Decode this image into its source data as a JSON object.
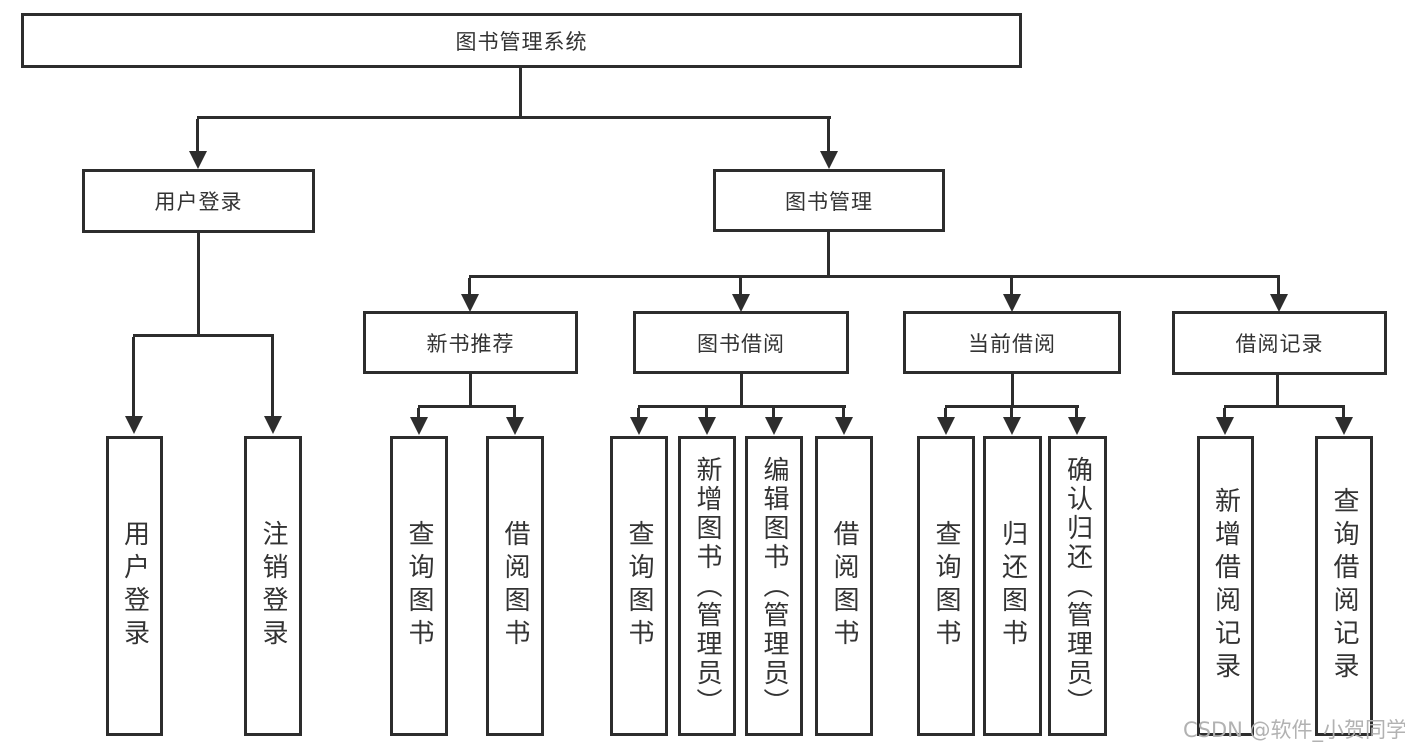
{
  "title": "图书管理系统",
  "watermark": "CSDN @软件_小贺同学",
  "colors": {
    "line": "#2d2d2d",
    "text": "#333333",
    "watermark": "#b2b2b2",
    "bg": "#ffffff"
  },
  "nodes": {
    "root": "图书管理系统",
    "user_login": "用户登录",
    "book_mgmt": "图书管理",
    "new_book_rec": "新书推荐",
    "book_borrow": "图书借阅",
    "current_borrow": "当前借阅",
    "borrow_record": "借阅记录",
    "leaf_user_login": "用户登录",
    "leaf_logout": "注销登录",
    "leaf_nb_query": "查询图书",
    "leaf_nb_borrow": "借阅图书",
    "leaf_bb_query": "查询图书",
    "leaf_bb_add": "新增图书（管理员）",
    "leaf_bb_edit": "编辑图书（管理员）",
    "leaf_bb_borrow": "借阅图书",
    "leaf_cb_query": "查询图书",
    "leaf_cb_return": "归还图书",
    "leaf_cb_confirm": "确认归还（管理员）",
    "leaf_br_add": "新增借阅记录",
    "leaf_br_query": "查询借阅记录"
  }
}
